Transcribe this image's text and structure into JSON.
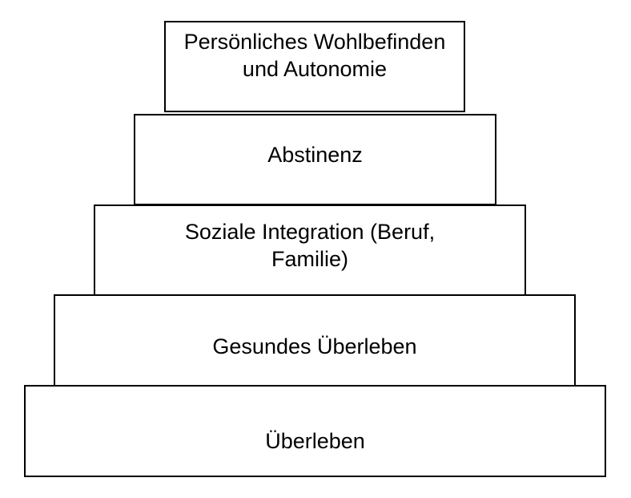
{
  "diagram": {
    "levels": [
      {
        "label": "Persönliches Wohlbefinden\nund Autonomie"
      },
      {
        "label": "Abstinenz"
      },
      {
        "label": "Soziale Integration (Beruf,\nFamilie)"
      },
      {
        "label": "Gesundes Überleben"
      },
      {
        "label": "Überleben"
      }
    ],
    "colors": {
      "border": "#000000",
      "fill": "#ffffff",
      "text": "#000000"
    }
  }
}
